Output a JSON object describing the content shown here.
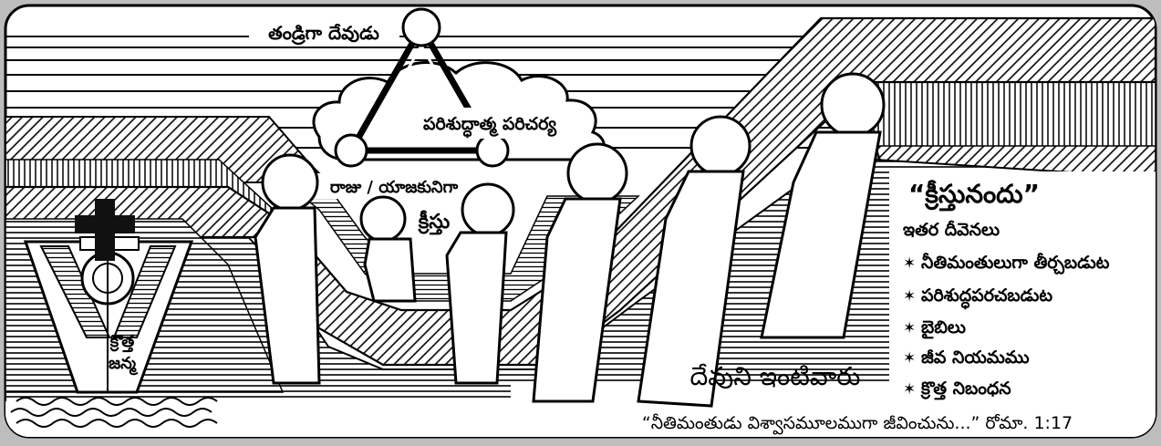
{
  "labels": {
    "father": "తండ్రిగా దేవుడు",
    "spirit": "పరిశుద్ధాత్మ పరిచర్య",
    "king_priest": "రాజు / యాజకునిగా",
    "christ": "క్రీస్తు",
    "new_birth_line1": "క్రొత్త",
    "new_birth_line2": "జన్మ",
    "household": "దేవుని ఇంటివారు",
    "in_christ": "“క్రీస్తునందు”",
    "other_blessings": "ఇతర దీవెనలు",
    "blessings": [
      "నీతిమంతులుగా తీర్చబడుట",
      "పరిశుద్ధపరచబడుట",
      "బైబిలు",
      "జీవ నియమము",
      "క్రొత్త నిబంధన"
    ],
    "bullet": "✶",
    "verse": "“నీతిమంతుడు విశ్వాసమూలముగా జీవించును...” రోమా. 1:17"
  }
}
